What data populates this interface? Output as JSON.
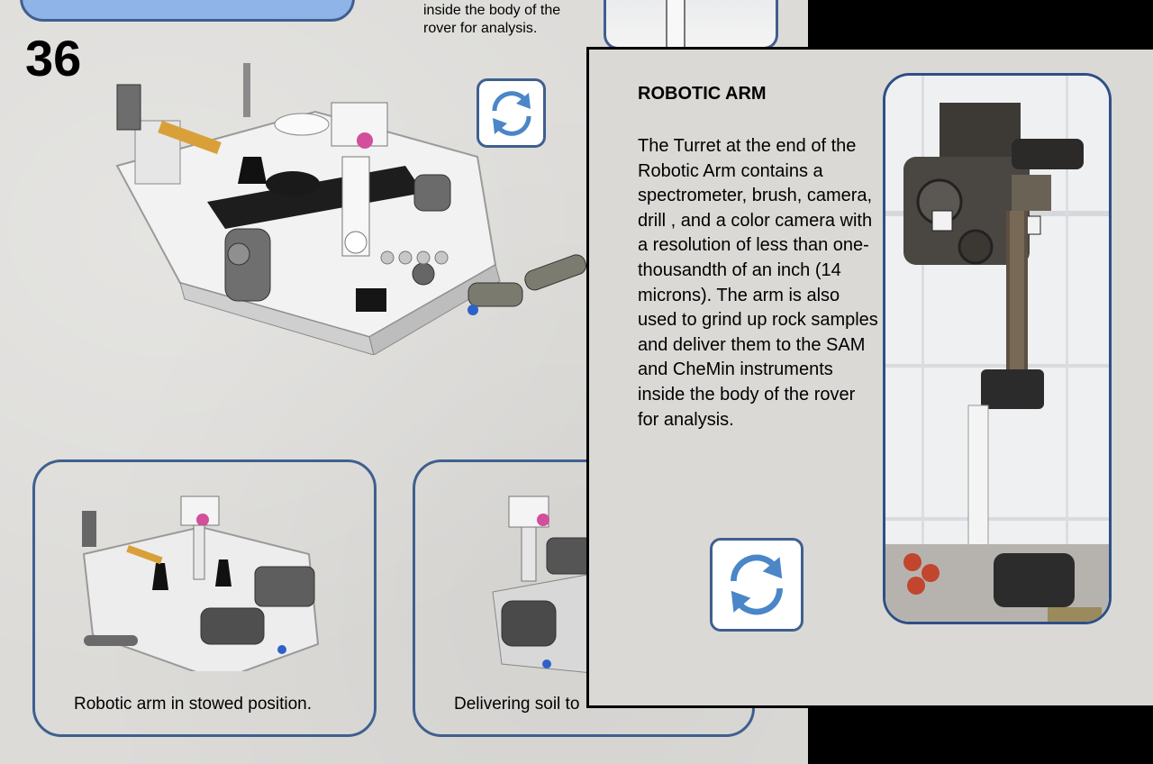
{
  "page": {
    "step_number": "36",
    "fragment_text": "inside the body of the rover for analysis.",
    "captions": {
      "stowed": "Robotic arm in stowed position.",
      "delivering": "Delivering soil to"
    }
  },
  "popup": {
    "title": "ROBOTIC ARM",
    "body": "The Turret at the end of the Robotic Arm contains a spectrometer, brush, camera, drill , and a color camera with a resolution of less than one-thousandth of an inch (14 microns).  The arm is also used to grind up rock samples and deliver them to the SAM and CheMin instruments inside the body of the rover for analysis."
  },
  "icons": {
    "rotate": "rotate-arrows-icon"
  },
  "colors": {
    "frame_blue": "#3f5f8f",
    "arrow_blue": "#4a86c8",
    "tab_blue": "#8fb4e8",
    "background": "#dcdbd8"
  }
}
